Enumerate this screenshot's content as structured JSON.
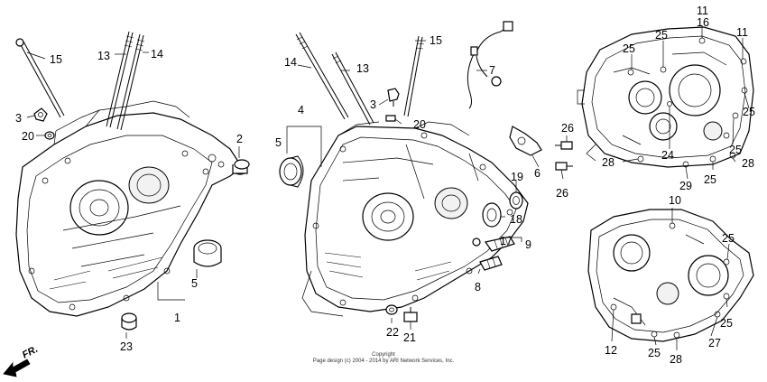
{
  "callouts": {
    "c15a": "15",
    "c13a": "13",
    "c14a": "14",
    "c3a": "3",
    "c20a": "20",
    "c2a": "2",
    "c5a": "5",
    "c1a": "1",
    "c23a": "23",
    "c4b": "4",
    "c5b": "5",
    "c14b": "14",
    "c13b": "13",
    "c15b": "15",
    "c3b": "3",
    "c20b": "20",
    "c7b": "7",
    "c26b": "26",
    "c6b": "6",
    "c26c": "26",
    "c19b": "19",
    "c18b": "18",
    "c17b": "17",
    "c9b": "9",
    "c8b": "8",
    "c22b": "22",
    "c21b": "21",
    "c11t": "11",
    "c16t": "16",
    "c11r": "11",
    "c25t1": "25",
    "c25t2": "25",
    "c25t3": "25",
    "c25t4": "25",
    "c24t": "24",
    "c28t1": "28",
    "c29t": "29",
    "c25t5": "25",
    "c28t2": "28",
    "c10b": "10",
    "c25b1": "25",
    "c25b2": "25",
    "c12b": "12",
    "c25b3": "25",
    "c28b": "28",
    "c27b": "27"
  },
  "caption": {
    "line1": "Copyright",
    "line2": "Page design (c) 2004 - 2014 by ARI Network Services, Inc."
  },
  "direction_label": "FR."
}
